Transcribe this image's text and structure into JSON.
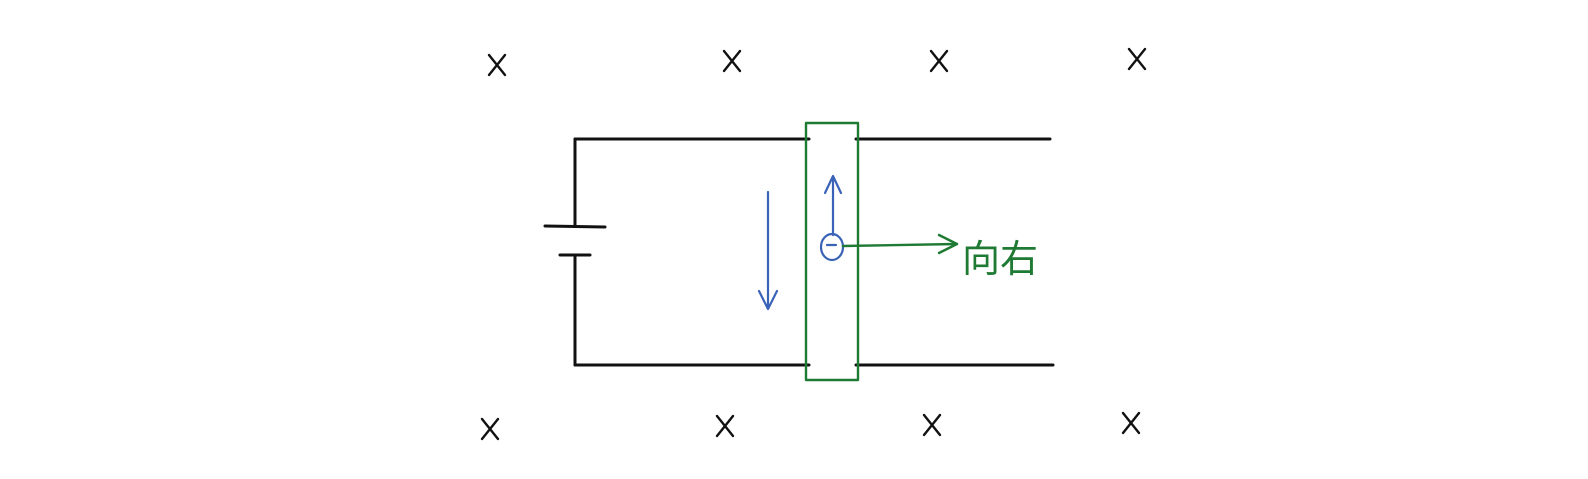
{
  "diagram": {
    "force_label": "向右",
    "colors": {
      "wire": "#111111",
      "current_arrow": "#3a63b8",
      "rod": "#1f7a34",
      "force_label": "#1f7a34"
    },
    "field_marks": [
      {
        "label": "×",
        "row": "top"
      },
      {
        "label": "×",
        "row": "top"
      },
      {
        "label": "×",
        "row": "top"
      },
      {
        "label": "×",
        "row": "top"
      },
      {
        "label": "×",
        "row": "bottom"
      },
      {
        "label": "×",
        "row": "bottom"
      },
      {
        "label": "×",
        "row": "bottom"
      },
      {
        "label": "×",
        "row": "bottom"
      }
    ],
    "charge_symbol": "negative"
  }
}
